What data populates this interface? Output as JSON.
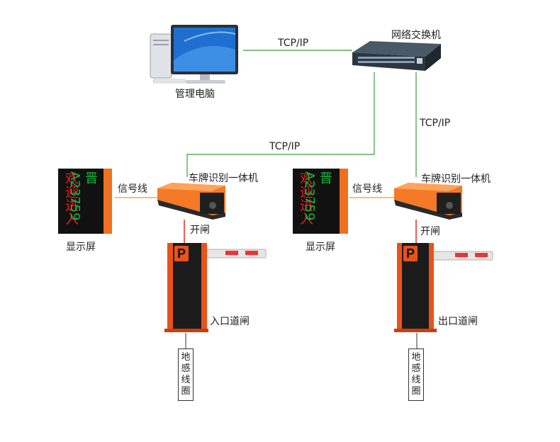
{
  "nodes": {
    "pc": {
      "label": "管理电脑"
    },
    "switch": {
      "label": "网络交换机"
    },
    "entry_camera": {
      "label": "车牌识别一体机"
    },
    "exit_camera": {
      "label": "车牌识别一体机"
    },
    "entry_display": {
      "label": "显示屏",
      "screen_red": "欢迎进入",
      "screen_green": "晋A23759"
    },
    "exit_display": {
      "label": "显示屏",
      "screen_red": "欢迎进入",
      "screen_green": "晋A23759"
    },
    "entry_barrier": {
      "label": "入口道闸",
      "logo": "P"
    },
    "exit_barrier": {
      "label": "出口道闸",
      "logo": "P"
    },
    "entry_loop": {
      "chars": [
        "地",
        "感",
        "线",
        "圈"
      ]
    },
    "exit_loop": {
      "chars": [
        "地",
        "感",
        "线",
        "圈"
      ]
    }
  },
  "edges": {
    "pc_switch": "TCP/IP",
    "switch_entry_camera": "TCP/IP",
    "switch_exit_camera": "TCP/IP",
    "entry_signal": "信号线",
    "exit_signal": "信号线",
    "entry_open": "开闸",
    "exit_open": "开闸"
  },
  "colors": {
    "network_line": "#3f9a3f",
    "signal_line": "#e0a020",
    "open_line": "#d92020",
    "barrier_orange": "#e8531c",
    "screen_red": "#e02020",
    "screen_green": "#19b83c"
  }
}
